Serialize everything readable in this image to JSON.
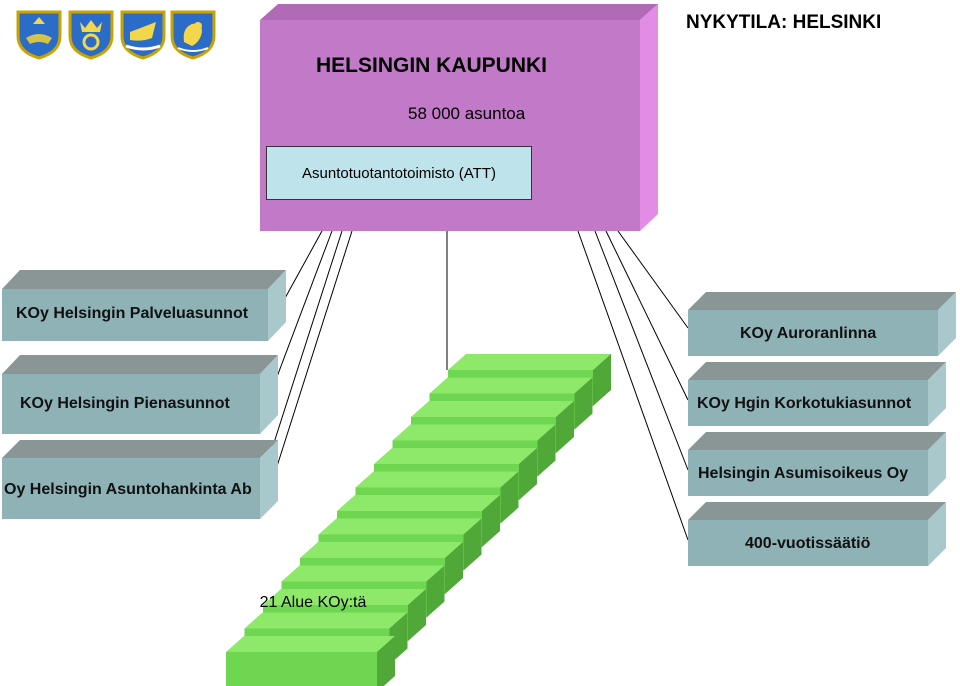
{
  "header": {
    "title": "NYKYTILA: HELSINKI"
  },
  "main": {
    "title": "HELSINGIN KAUPUNKI",
    "subtitle": "58 000 asuntoa",
    "office": "Asuntotuotantotoimisto (ATT)"
  },
  "left_companies": [
    "KOy Helsingin Palveluasunnot",
    "KOy Helsingin Pienasunnot",
    "Oy Helsingin Asuntohankinta Ab"
  ],
  "right_companies": [
    "KOy Auroranlinna",
    "KOy Hgin Korkotukiasunnot",
    "Helsingin Asumisoikeus Oy",
    "400-vuotissäätiö"
  ],
  "area_companies": {
    "label": "21 Alue KOy:tä"
  },
  "crests": [
    "helsinki-crest-icon",
    "crown-crest-icon",
    "ship-crest-icon",
    "squirrel-crest-icon"
  ],
  "colors": {
    "main_front": "#c27ac8",
    "main_side": "#e28ce8",
    "main_top": "#b06ab6",
    "grey_front": "#8fb2b6",
    "grey_side": "#a8c8cc",
    "grey_top": "#8a9596",
    "green_front": "#6ed650",
    "green_side": "#4fa838",
    "green_top": "#8ee86a",
    "att_box": "#bfe3ea"
  }
}
